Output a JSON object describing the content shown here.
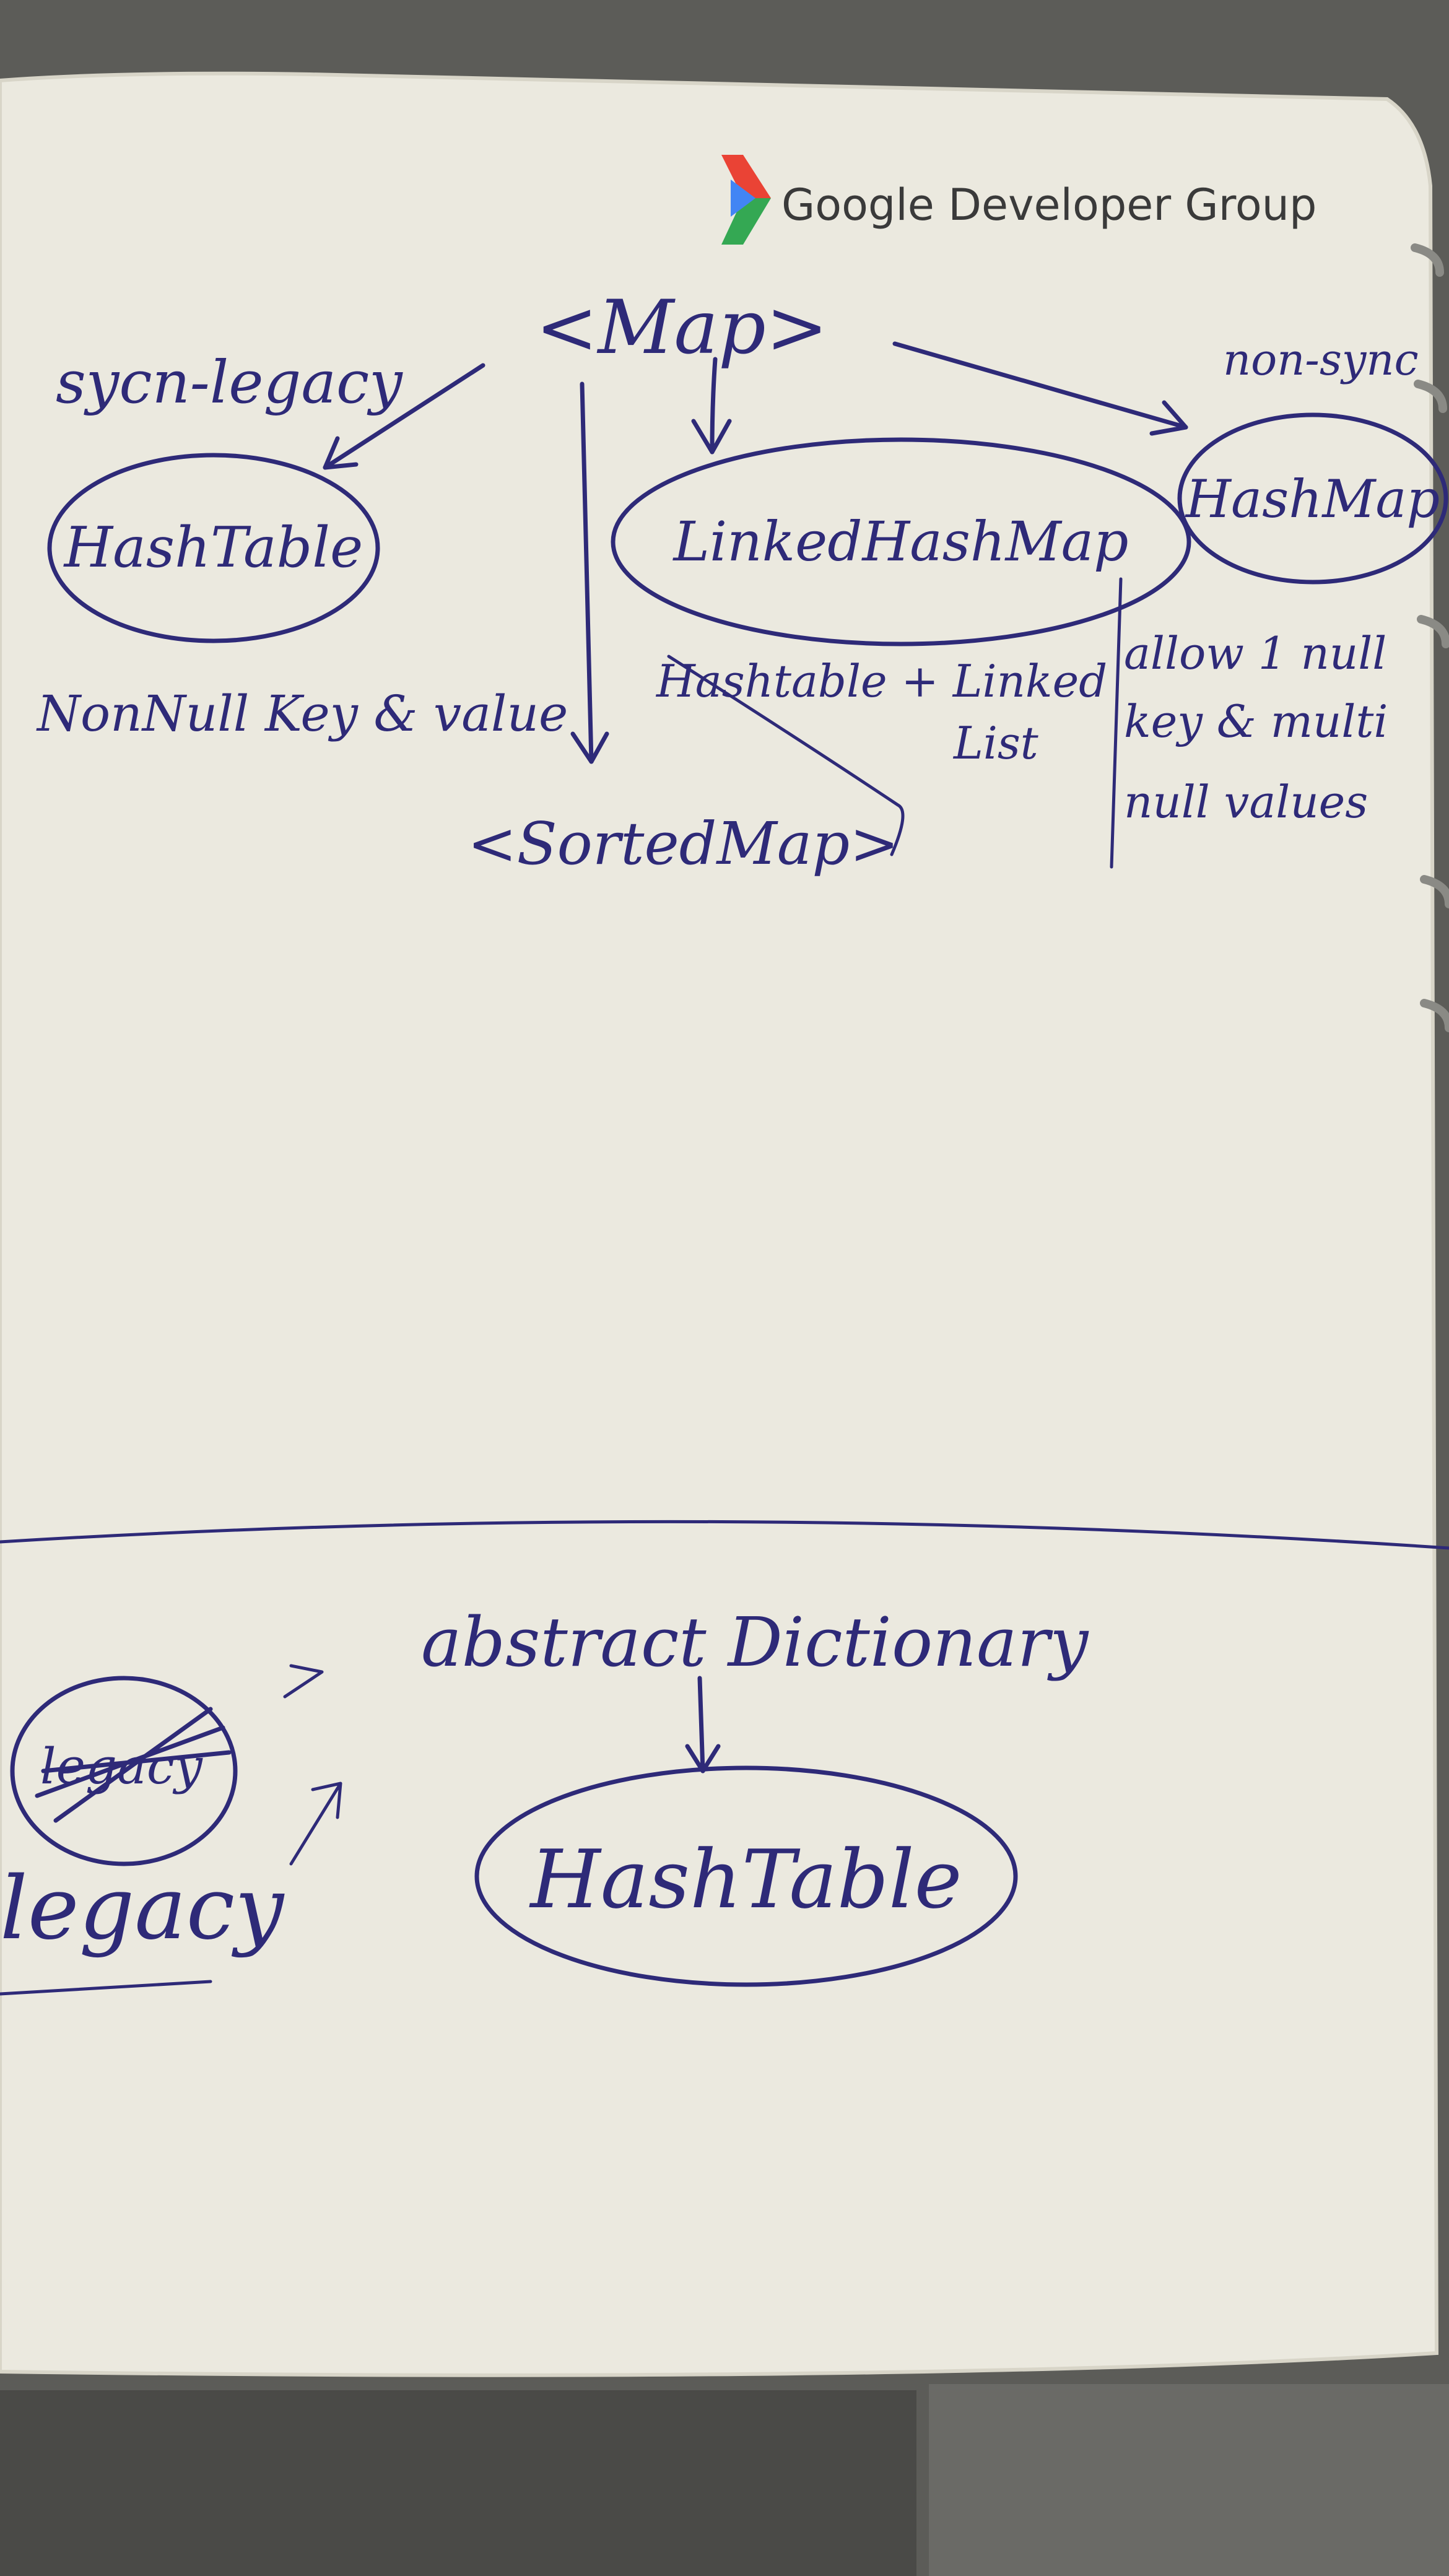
{
  "header": {
    "logo_icon": "chevron-logo-icon",
    "logo_colors": [
      "#ea4335",
      "#4285f4",
      "#34a853",
      "#fbbc05"
    ],
    "brand": "Google Developer Group"
  },
  "top_diagram": {
    "root": "<Map>",
    "left_arrow_label": "sycn-legacy",
    "hashtable": "HashTable",
    "hashtable_note": "NonNull Key & value",
    "linked": "LinkedHashMap",
    "linked_note_line1": "Hashtable + Linked",
    "linked_note_line2": "List",
    "right_arrow_label": "non-sync",
    "hashmap": "HashMap",
    "hashmap_note_line1": "allow 1 null",
    "hashmap_note_line2": "key & multi",
    "hashmap_note_line3": "null values",
    "sorted": "<SortedMap>"
  },
  "bottom_diagram": {
    "crossed_word": "legacy",
    "legacy": "legacy",
    "abstract": "abstract Dictionary",
    "hashtable": "HashTable"
  },
  "colors": {
    "ink": "#2e2a78",
    "paper": "#eceae1",
    "background": "#5a5a55"
  }
}
